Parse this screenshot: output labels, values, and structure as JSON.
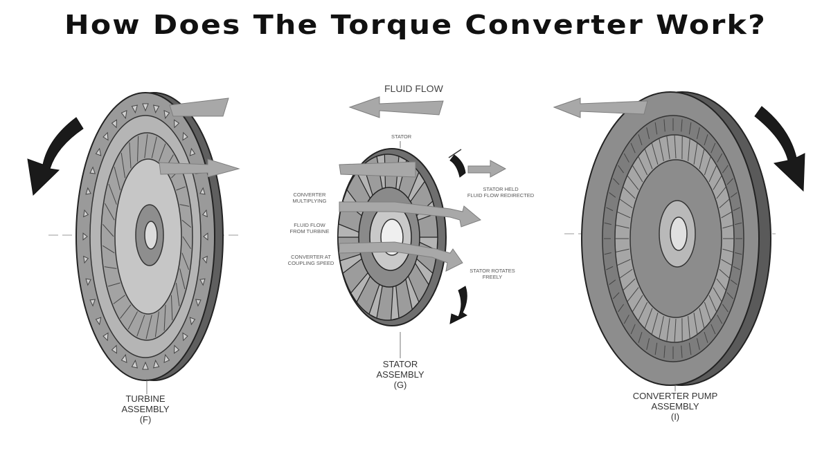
{
  "title": "How Does The Torque Converter Work?",
  "labels": {
    "fluid_flow": "FLUID FLOW",
    "stator": "STATOR",
    "stator_held": "STATOR HELD",
    "fluid_flow_redirected": "FLUID FLOW REDIRECTED",
    "converter": "CONVERTER",
    "multiplying": "MULTIPLYING",
    "fluid_flow_small": "FLUID FLOW",
    "from_turbine": "FROM TURBINE",
    "converter_at": "CONVERTER AT",
    "coupling_speed": "COUPLING SPEED",
    "stator_rotates": "STATOR ROTATES",
    "freely": "FREELY",
    "turbine_1": "TURBINE",
    "turbine_2": "ASSEMBLY",
    "turbine_3": "(F)",
    "stator_asm_1": "STATOR",
    "stator_asm_2": "ASSEMBLY",
    "stator_asm_3": "(G)",
    "pump_1": "CONVERTER PUMP",
    "pump_2": "ASSEMBLY",
    "pump_3": "(I)"
  },
  "colors": {
    "metal": "#9a9a9a",
    "metal_dark": "#6d6d6d",
    "metal_light": "#c4c4c4",
    "flow_arrow": "#a8a8a8",
    "rotation_arrow": "#1a1a1a"
  }
}
